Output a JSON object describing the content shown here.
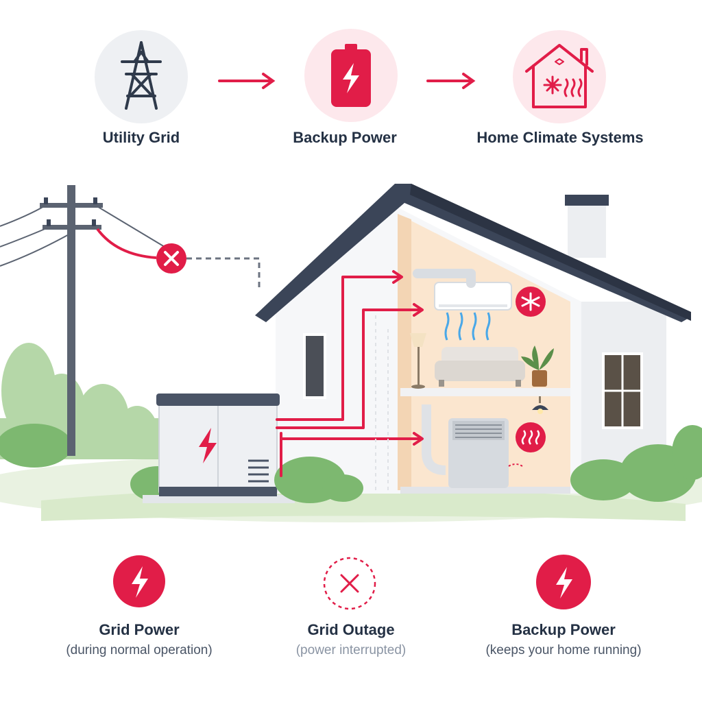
{
  "flow": {
    "steps": [
      {
        "label": "Utility Grid",
        "icon": "transmission-tower-icon"
      },
      {
        "label": "Backup Power",
        "icon": "battery-bolt-icon"
      },
      {
        "label": "Home Climate Systems",
        "icon": "house-climate-icon"
      }
    ]
  },
  "legend": {
    "items": [
      {
        "title": "Grid Power",
        "desc": "(during normal operation)",
        "icon": "bolt-circle-icon"
      },
      {
        "title": "Grid Outage",
        "desc": "(power interrupted)",
        "icon": "x-dashed-circle-icon"
      },
      {
        "title": "Backup Power",
        "desc": "(keeps your home running)",
        "icon": "bolt-circle-icon"
      }
    ]
  },
  "colors": {
    "accent": "#e11d48",
    "accent_soft": "#fde8ec",
    "roof": "#3b4558",
    "wall": "#f4f5f7",
    "interior": "#fbe6cf",
    "grass": "#9cc98a",
    "tree": "#8fc18a",
    "pole": "#5b6371"
  }
}
